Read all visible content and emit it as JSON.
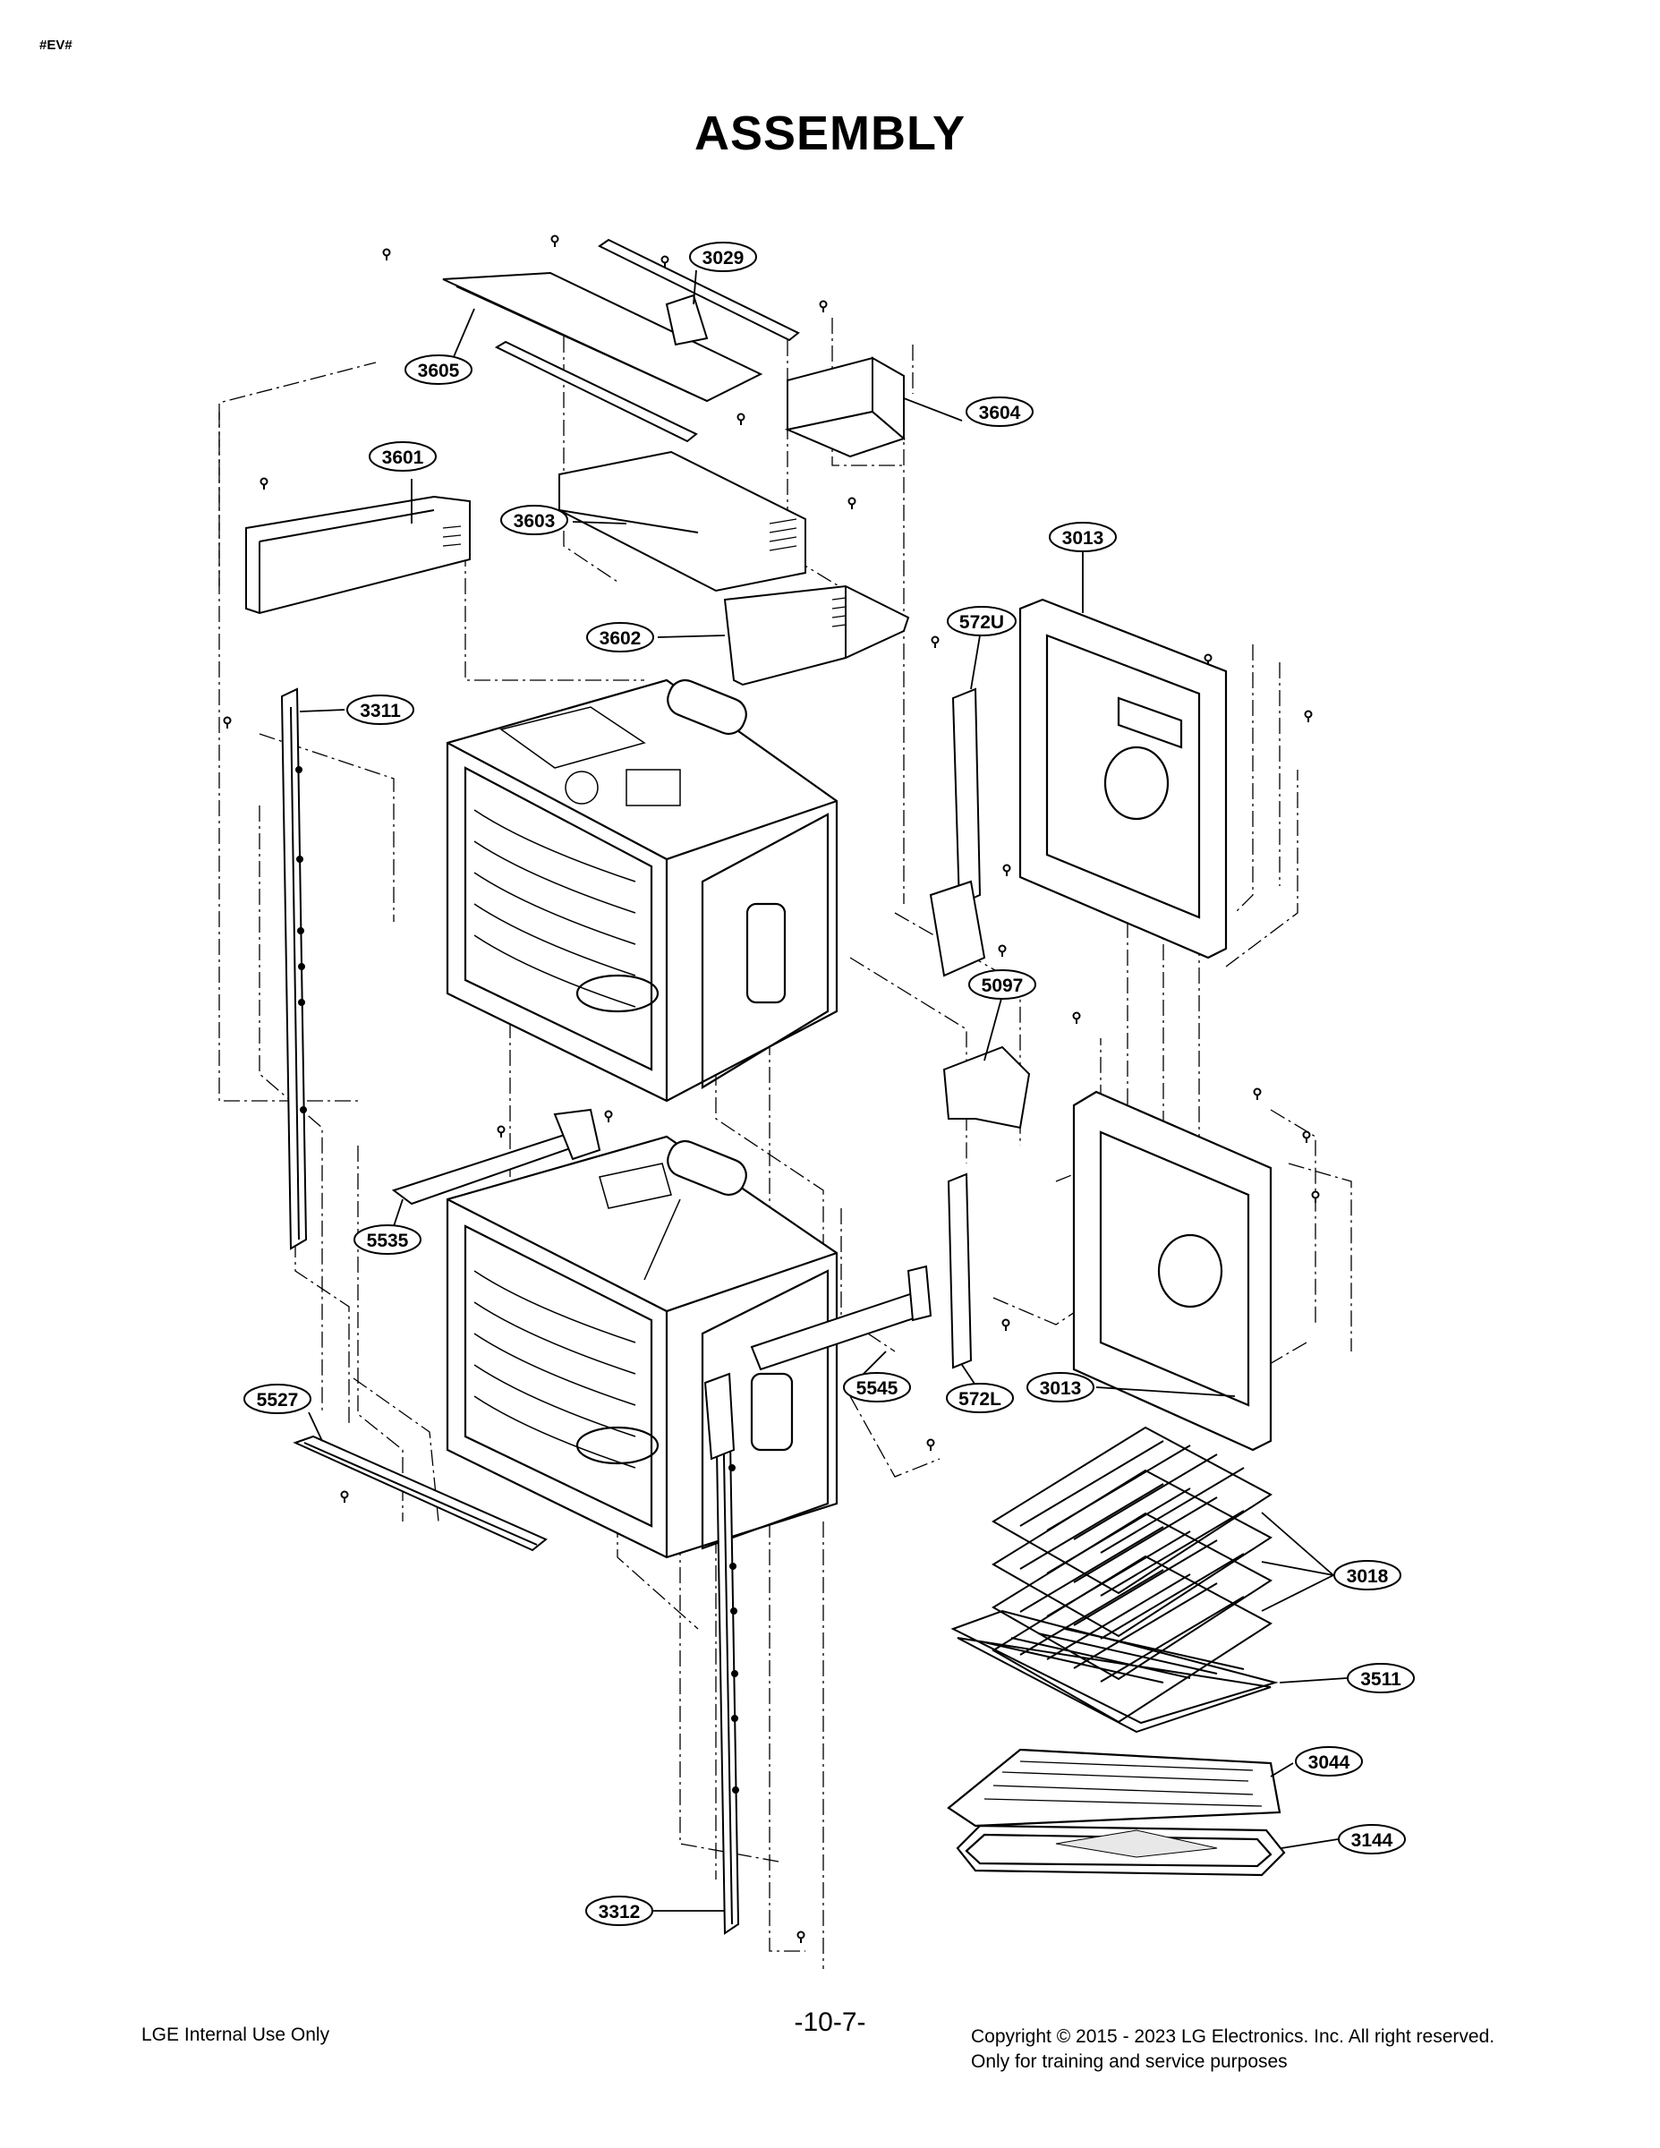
{
  "header": {
    "tag": "#EV#",
    "title": "ASSEMBLY"
  },
  "callouts": [
    {
      "id": "c3029",
      "label": "3029"
    },
    {
      "id": "c3605",
      "label": "3605"
    },
    {
      "id": "c3604",
      "label": "3604"
    },
    {
      "id": "c3601",
      "label": "3601"
    },
    {
      "id": "c3603",
      "label": "3603"
    },
    {
      "id": "c3013a",
      "label": "3013"
    },
    {
      "id": "c3602",
      "label": "3602"
    },
    {
      "id": "c572U",
      "label": "572U"
    },
    {
      "id": "c3311",
      "label": "3311"
    },
    {
      "id": "c5097",
      "label": "5097"
    },
    {
      "id": "c5535",
      "label": "5535"
    },
    {
      "id": "c5545",
      "label": "5545"
    },
    {
      "id": "c572L",
      "label": "572L"
    },
    {
      "id": "c3013b",
      "label": "3013"
    },
    {
      "id": "c5527",
      "label": "5527"
    },
    {
      "id": "c3018",
      "label": "3018"
    },
    {
      "id": "c3511",
      "label": "3511"
    },
    {
      "id": "c3044",
      "label": "3044"
    },
    {
      "id": "c3144",
      "label": "3144"
    },
    {
      "id": "c3312",
      "label": "3312"
    }
  ],
  "footer": {
    "left": "LGE Internal Use Only",
    "page": "-10-7-",
    "copyright": "Copyright © 2015 - 2023 LG Electronics. Inc. All right reserved.",
    "note": "Only for training and service purposes"
  }
}
